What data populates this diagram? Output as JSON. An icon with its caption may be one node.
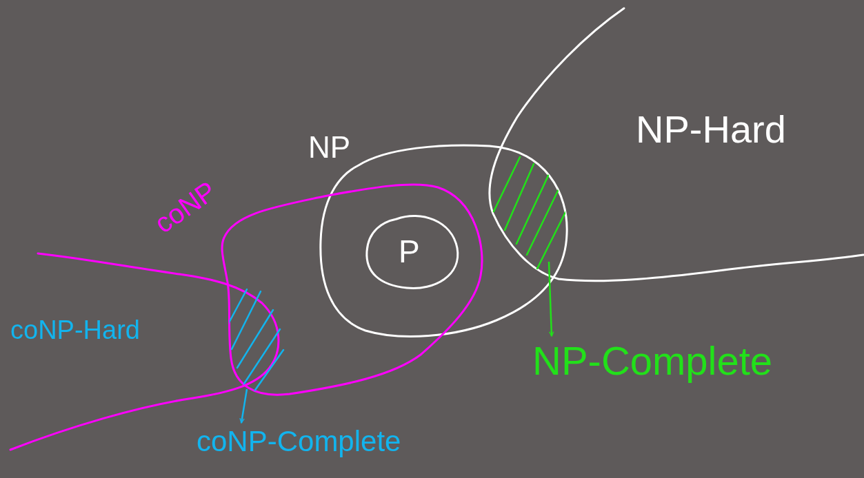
{
  "diagram": {
    "nodes": [
      {
        "text": [
          "NP"
        ]
      },
      {
        "text": [
          "P"
        ]
      },
      {
        "text": [
          "coNP"
        ]
      },
      {
        "text": [
          "NP-Hard"
        ]
      },
      {
        "text": [
          "coNP-Hard"
        ]
      },
      {
        "text": [],
        "shape": "hatch",
        "in": 0
      },
      {
        "text": [
          "NP-Complete"
        ]
      },
      {
        "text": [],
        "shape": "hatch",
        "in": 2
      },
      {
        "text": [
          "coNP-Complete"
        ]
      }
    ],
    "edges": [
      {
        "from": 5,
        "to": 6,
        "arrow": "to",
        "color": "#22e01a"
      },
      {
        "from": 7,
        "to": 8,
        "arrow": "to",
        "color": "#12b4ee"
      }
    ]
  }
}
